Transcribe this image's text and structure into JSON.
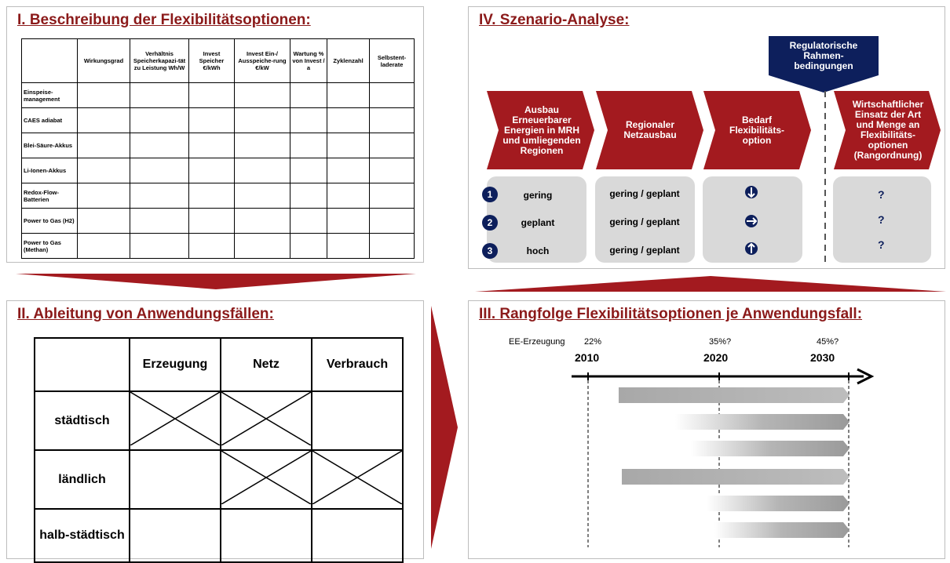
{
  "panel1": {
    "title": "I. Beschreibung der Flexibilitätsoptionen:",
    "columns": [
      "Wirkungsgrad",
      "Verhältnis Speicherkapazi-tät zu Leistung Wh/W",
      "Invest Speicher €/kWh",
      "Invest Ein-/ Ausspeiche-rung €/kW",
      "Wartung % von Invest / a",
      "Zyklenzahl",
      "Selbstent-laderate"
    ],
    "rows": [
      "Einspeise-management",
      "CAES adiabat",
      "Blei-Säure-Akkus",
      "Li-Ionen-Akkus",
      "Redox-Flow-Batterien",
      "Power to Gas (H2)",
      "Power to Gas (Methan)"
    ]
  },
  "panel2": {
    "title": "II. Ableitung von Anwendungsfällen:",
    "columns": [
      "Erzeugung",
      "Netz",
      "Verbrauch"
    ],
    "rows": [
      "städtisch",
      "ländlich",
      "halb-städtisch"
    ]
  },
  "panel3": {
    "title": "III. Rangfolge Flexibilitätsoptionen je Anwendungsfall:",
    "ee_label": "EE-Erzeugung",
    "ee_values": [
      "22%",
      "35%?",
      "45%?"
    ],
    "years": [
      "2010",
      "2020",
      "2030"
    ]
  },
  "panel4": {
    "title": "IV. Szenario-Analyse:",
    "reg_label": "Regulatorische Rahmen-bedingungen",
    "chevrons": [
      "Ausbau Erneuerbarer Energien in MRH und umliegenden Regionen",
      "Regionaler Netzausbau",
      "Bedarf Flexibilitäts-option",
      "Wirtschaftlicher Einsatz der Art und Menge an Flexibilitäts-optionen (Rangordnung)"
    ],
    "scenarios": [
      {
        "num": "1",
        "ee": "gering",
        "netz": "gering / geplant",
        "result": "?"
      },
      {
        "num": "2",
        "ee": "geplant",
        "netz": "gering / geplant",
        "result": "?"
      },
      {
        "num": "3",
        "ee": "hoch",
        "netz": "gering / geplant",
        "result": "?"
      }
    ]
  },
  "colors": {
    "brand": "#a31a1f",
    "title": "#8b1a1a",
    "navy": "#0d1f5c",
    "box": "#d9d9d9"
  }
}
